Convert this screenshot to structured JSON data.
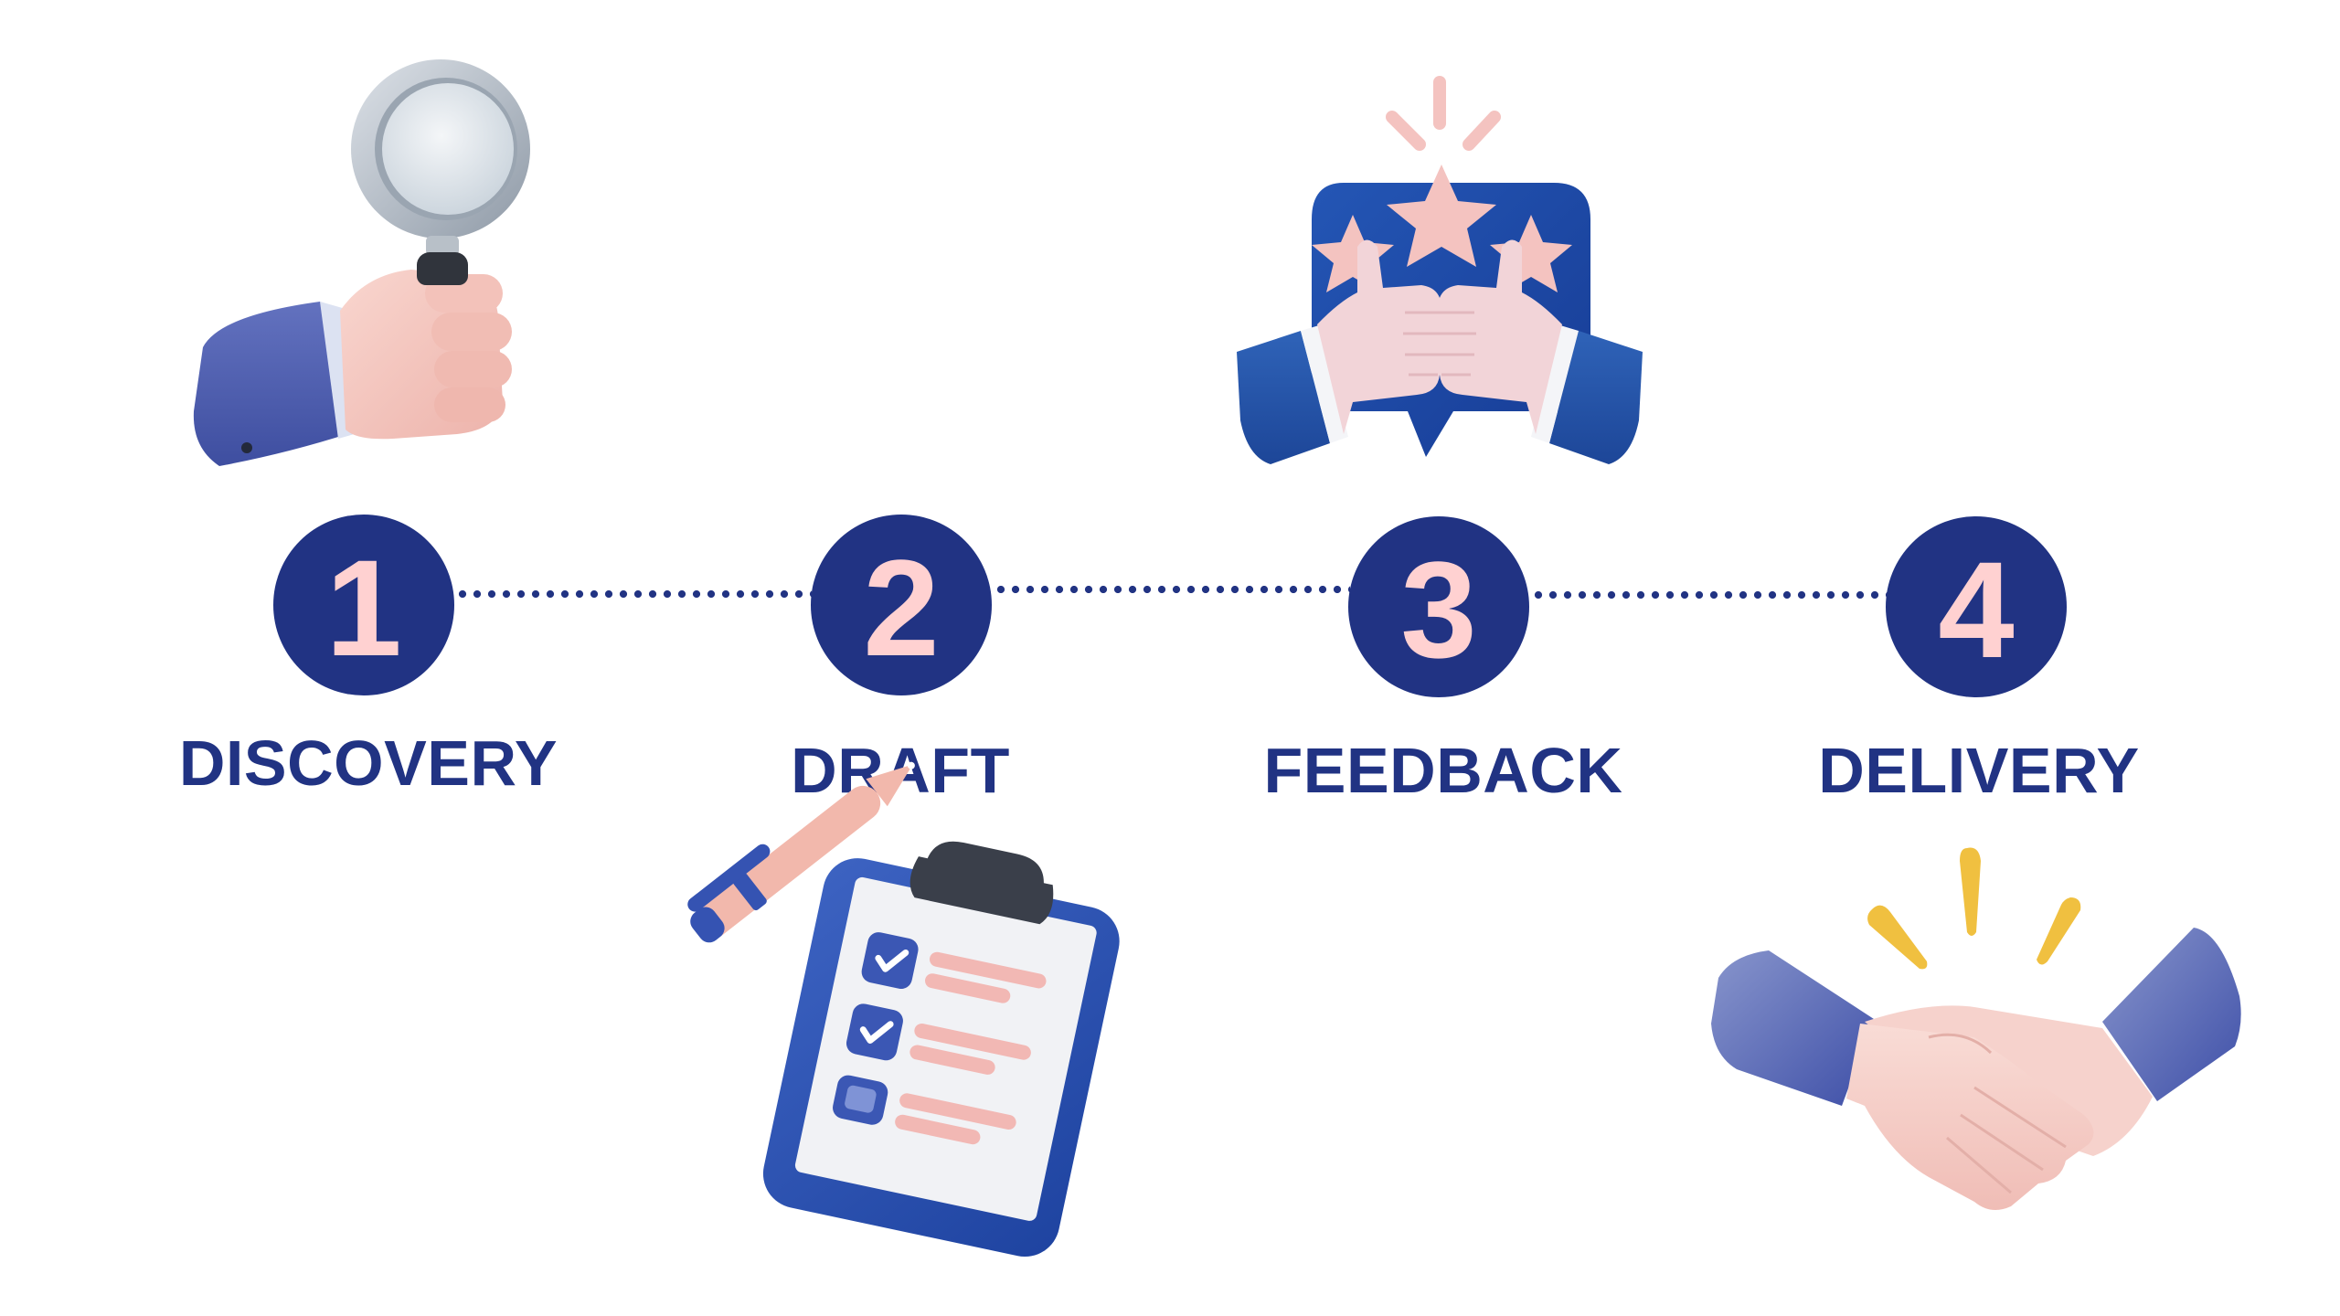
{
  "diagram": {
    "type": "process-timeline",
    "colors": {
      "primary": "#213383",
      "number_text": "#FFD1D1",
      "label_text": "#213383",
      "connector": "#213383",
      "sleeve": "#4C5BAA",
      "skin": "#F6C9C3",
      "accent_yellow": "#F0C040",
      "bubble_blue": "#1E4AA5"
    },
    "steps": [
      {
        "number": "1",
        "label": "DISCOVERY",
        "icon": "hand-magnifying-glass-icon"
      },
      {
        "number": "2",
        "label": "DRAFT",
        "icon": "clipboard-checklist-pen-icon"
      },
      {
        "number": "3",
        "label": "FEEDBACK",
        "icon": "thumbs-up-stars-bubble-icon"
      },
      {
        "number": "4",
        "label": "DELIVERY",
        "icon": "handshake-icon"
      }
    ],
    "connectors": [
      {
        "from": "1",
        "to": "2",
        "style": "dotted"
      },
      {
        "from": "2",
        "to": "3",
        "style": "dotted"
      },
      {
        "from": "3",
        "to": "4",
        "style": "dotted"
      }
    ]
  }
}
